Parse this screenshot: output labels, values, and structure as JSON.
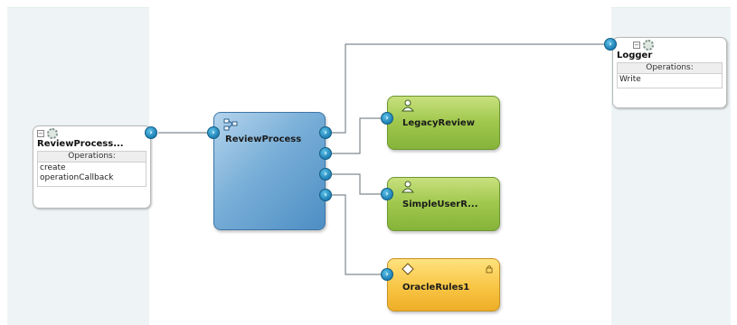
{
  "left_service": {
    "title": "ReviewProcess...",
    "operations_header": "Operations:",
    "operations": [
      "create",
      "operationCallback"
    ]
  },
  "logger_service": {
    "title": "Logger",
    "operations_header": "Operations:",
    "operations": [
      "Write"
    ]
  },
  "components": {
    "review_process": "ReviewProcess",
    "legacy_review": "LegacyReview",
    "simple_user": "SimpleUserR...",
    "oracle_rules": "OracleRules1"
  },
  "colors": {
    "bpel": "#6fa8d6",
    "human_task": "#9fc74c",
    "rules": "#f8c544",
    "wire": "#7f8a8f",
    "port": "#1e7fb3"
  },
  "icons": {
    "port": "chevron-right-icon",
    "service": "gear-icon",
    "bpel": "process-flow-icon",
    "human_task": "human-task-icon",
    "rules": "diamond-icon"
  }
}
